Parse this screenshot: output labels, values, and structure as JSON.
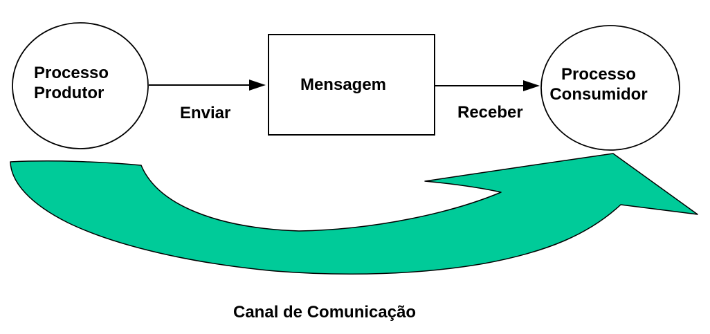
{
  "diagram": {
    "producer": {
      "label": "Processo\nProdutor",
      "shape": "ellipse"
    },
    "message": {
      "label": "Mensagem",
      "shape": "rectangle"
    },
    "consumer": {
      "label": "Processo\nConsumidor",
      "shape": "ellipse"
    },
    "send": {
      "label": "Enviar"
    },
    "receive": {
      "label": "Receber"
    },
    "channel": {
      "label": "Canal de Comunicação"
    }
  },
  "colors": {
    "background": "#FFFFFF",
    "stroke": "#000000",
    "channel_fill": "#00CB99"
  }
}
